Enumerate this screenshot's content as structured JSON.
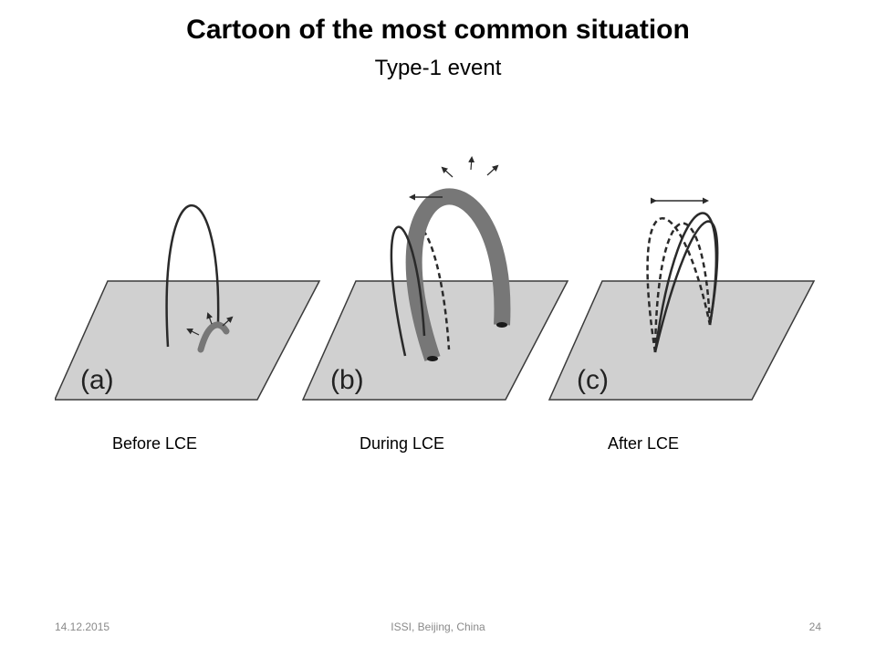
{
  "slide": {
    "title": "Cartoon of the most common situation",
    "subtitle": "Type-1 event"
  },
  "figure": {
    "panels": [
      {
        "label": "(a)",
        "caption": "Before LCE"
      },
      {
        "label": "(b)",
        "caption": "During LCE"
      },
      {
        "label": "(c)",
        "caption": "After LCE"
      }
    ],
    "colors": {
      "background": "#ffffff",
      "plane": "#d0d0d0",
      "flux_rope": "#777777",
      "loop": "#2a2a2a"
    }
  },
  "footer": {
    "date": "14.12.2015",
    "venue": "ISSI, Beijing, China",
    "page": "24"
  }
}
